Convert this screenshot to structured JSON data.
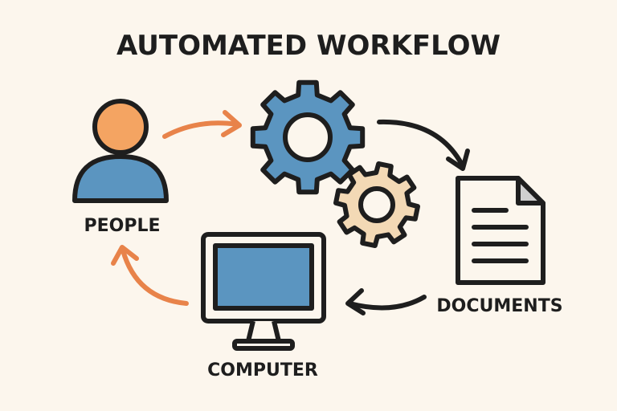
{
  "title": "AUTOMATED WORKFLOW",
  "nodes": {
    "people": "PEOPLE",
    "computer": "COMPUTER",
    "documents": "DOCUMENTS"
  },
  "colors": {
    "background": "#fcf6ed",
    "blue": "#5b95c0",
    "orange": "#f4a462",
    "beige": "#f3d9b5",
    "arrow_orange": "#e8834a",
    "outline": "#1e1e1e"
  }
}
